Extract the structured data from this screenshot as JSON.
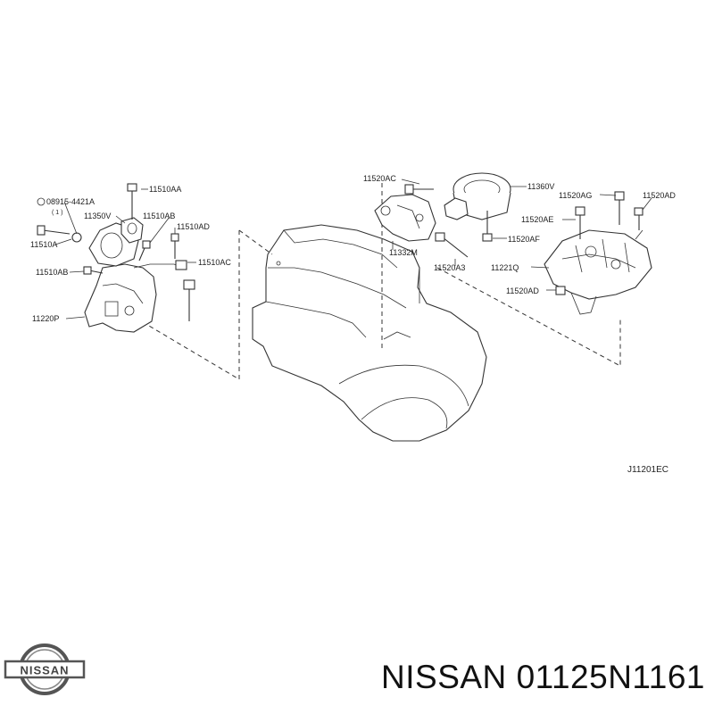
{
  "parts": {
    "bolt_08915": "08915-4421A",
    "qty_1": "( 1 )",
    "p11510AA": "11510AA",
    "p11350V": "11350V",
    "p11510AB_top": "11510AB",
    "p11510AD": "11510AD",
    "p11510A": "11510A",
    "p11510AB_left": "11510AB",
    "p11510AC": "11510AC",
    "p11220P": "11220P",
    "p11520AC": "11520AC",
    "p11332M": "11332M",
    "p11520A3": "11520A3",
    "p11360V": "11360V",
    "p11520AG": "11520AG",
    "p11520AD_top": "11520AD",
    "p11520AE": "11520AE",
    "p11520AF": "11520AF",
    "p11221Q": "11221Q",
    "p11520AD_bottom": "11520AD"
  },
  "diagram_code": "J11201EC",
  "brand": "NISSAN",
  "caption": {
    "brand": "NISSAN",
    "part_number": "01125N1161"
  },
  "colors": {
    "ink": "#222222",
    "logo": "#555555"
  }
}
